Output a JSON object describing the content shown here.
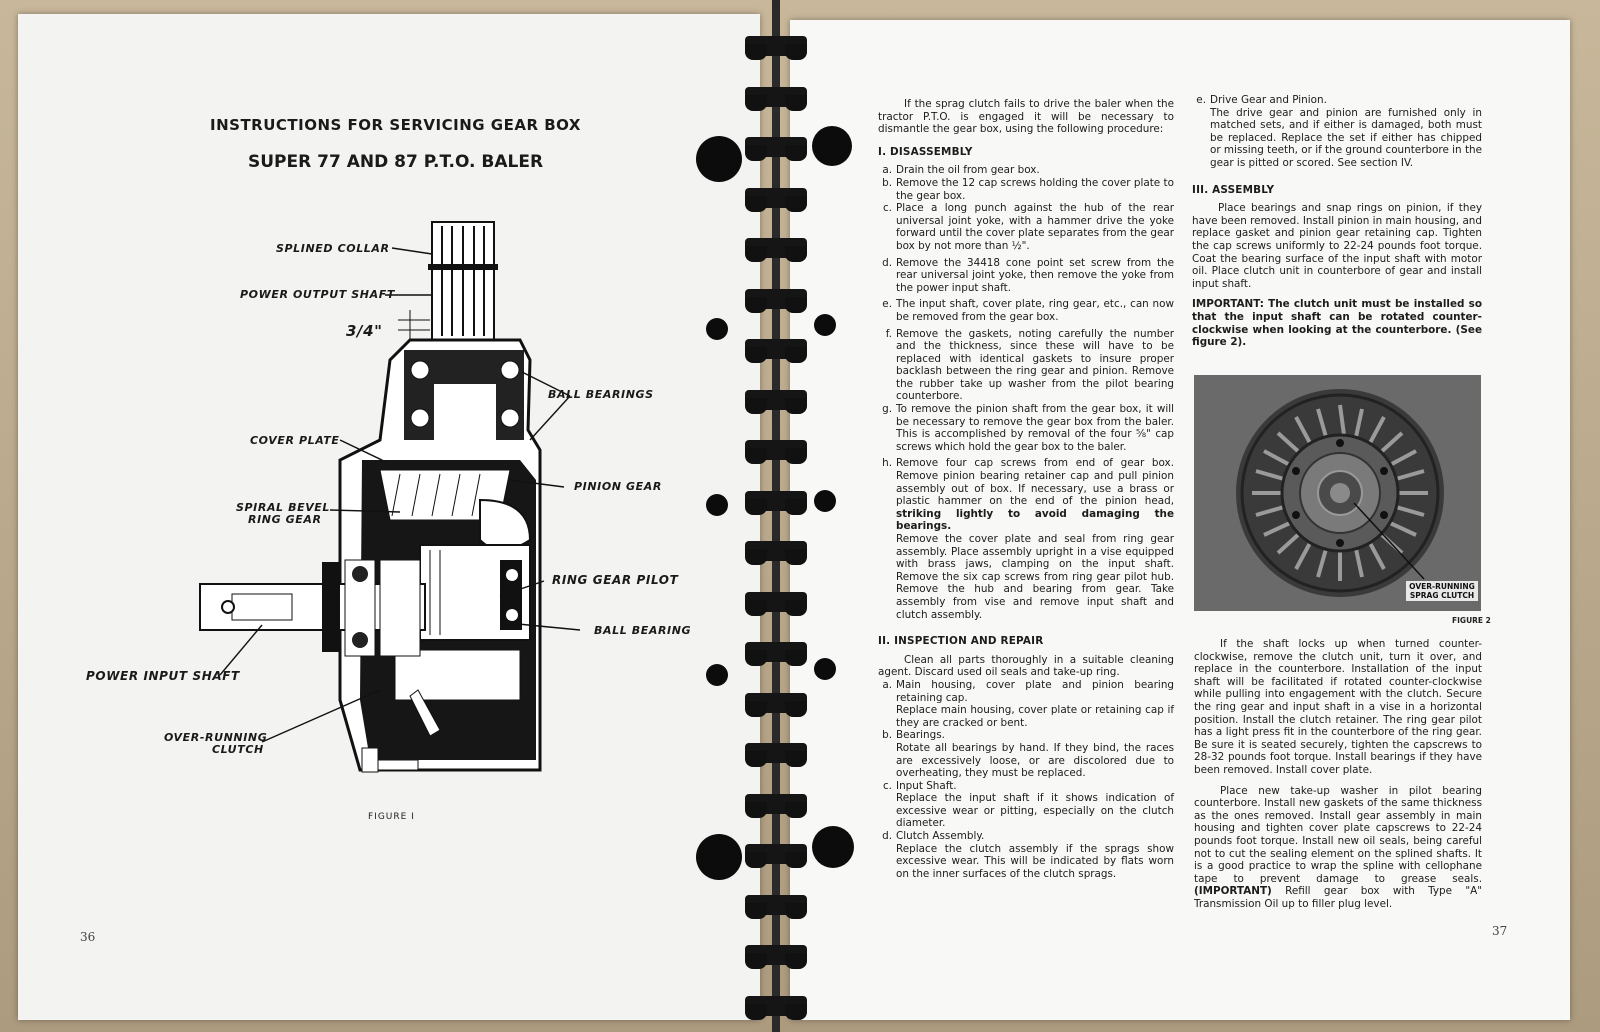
{
  "left_page": {
    "title": "INSTRUCTIONS FOR SERVICING GEAR BOX",
    "subtitle": "SUPER 77 AND 87 P.T.O. BALER",
    "callouts": {
      "splined_collar": "SPLINED COLLAR",
      "power_output_shaft": "POWER OUTPUT SHAFT",
      "dimension": "3/4\"",
      "ball_bearings": "BALL BEARINGS",
      "cover_plate": "COVER PLATE",
      "pinion_gear": "PINION GEAR",
      "spiral_bevel_1": "SPIRAL BEVEL",
      "spiral_bevel_2": "RING GEAR",
      "ring_gear_pilot": "RING GEAR PILOT",
      "ball_bearing": "BALL BEARING",
      "power_input_shaft": "POWER INPUT SHAFT",
      "over_running_1": "OVER-RUNNING",
      "over_running_2": "CLUTCH"
    },
    "figure_caption": "FIGURE I",
    "page_number": "36"
  },
  "right_page": {
    "intro": "If the sprag clutch fails to drive the baler when the tractor P.T.O. is engaged it will be necessary to dismantle the gear box, using the following procedure:",
    "section1": {
      "heading": "I. DISASSEMBLY",
      "items": [
        {
          "label": "a.",
          "text": "Drain the oil from gear box."
        },
        {
          "label": "b.",
          "text": "Remove the 12 cap screws holding the cover plate to the gear box."
        },
        {
          "label": "c.",
          "text": "Place a long punch against the hub of the rear universal joint yoke, with a hammer drive the yoke forward until the cover plate separates from the gear box by not more than ½\"."
        },
        {
          "label": "d.",
          "text": "Remove the 34418 cone point set screw from the rear universal joint yoke, then remove the yoke from the power input shaft."
        },
        {
          "label": "e.",
          "text": "The input shaft, cover plate, ring gear, etc., can now be removed from the gear box."
        },
        {
          "label": "f.",
          "text": "Remove the gaskets, noting carefully the number and the thickness, since these will have to be replaced with identical gaskets to insure proper backlash between the ring gear and pinion. Remove the rubber take up washer from the pilot bearing counterbore."
        },
        {
          "label": "g.",
          "text": "To remove the pinion shaft from the gear box, it will be necessary to remove the gear box from the baler. This is accomplished by removal of the four ⅝\" cap screws which hold the gear box to the baler."
        },
        {
          "label": "h.",
          "text": "Remove four cap screws from end of gear box. Remove pinion bearing retainer cap and pull pinion assembly out of box. If necessary, use a brass or plastic hammer on the end of the pinion head,"
        }
      ],
      "h_bold": "striking lightly to avoid damaging the bearings.",
      "h_cont": "Remove the cover plate and seal from ring gear assembly. Place assembly upright in a vise equipped with brass jaws, clamping on the input shaft. Remove the six cap screws from ring gear pilot hub. Remove the hub and bearing from gear. Take assembly from vise and remove input shaft and clutch assembly."
    },
    "section2": {
      "heading": "II. INSPECTION AND REPAIR",
      "intro": "Clean all parts thoroughly in a suitable cleaning agent. Discard used oil seals and take-up ring.",
      "items": [
        {
          "label": "a.",
          "title": "Main housing, cover plate and pinion bearing retaining cap.",
          "text": "Replace main housing, cover plate or retaining cap if they are cracked or bent."
        },
        {
          "label": "b.",
          "title": "Bearings.",
          "text": "Rotate all bearings by hand. If they bind, the races are excessively loose, or are discolored due to overheating, they must be replaced."
        },
        {
          "label": "c.",
          "title": "Input Shaft.",
          "text": "Replace the input shaft if it shows indication of excessive wear or pitting, especially on the clutch diameter."
        },
        {
          "label": "d.",
          "title": "Clutch Assembly.",
          "text": "Replace the clutch assembly if the sprags show excessive wear. This will be indicated by flats worn on the inner surfaces of the clutch sprags."
        }
      ]
    },
    "col2": {
      "item_e_label": "e.",
      "item_e_title": "Drive Gear and Pinion.",
      "item_e_text": "The drive gear and pinion are furnished only in matched sets, and if either is damaged, both must be replaced. Replace the set if either has chipped or missing teeth, or if the ground counterbore in the gear is pitted or scored. See section IV.",
      "section3_heading": "III. ASSEMBLY",
      "assembly_text": "Place bearings and snap rings on pinion, if they have been removed. Install pinion in main housing, and replace gasket and pinion gear retaining cap. Tighten the cap screws uniformly to 22-24 pounds foot torque. Coat the bearing surface of the input shaft with motor oil. Place clutch unit in counterbore of gear and install input shaft.",
      "important_text": "IMPORTANT: The clutch unit must be installed so that the input shaft can be rotated counter-clockwise when looking at the counterbore. (See figure 2).",
      "photo_label": "OVER-RUNNING SPRAG CLUTCH",
      "figure_caption": "FIGURE 2",
      "para1": "If the shaft locks up when turned counter-clockwise, remove the clutch unit, turn it over, and replace in the counterbore. Installation of the input shaft will be facilitated if rotated counter-clockwise while pulling into engagement with the clutch. Secure the ring gear and input shaft in a vise in a horizontal position. Install the clutch retainer. The ring gear pilot has a light press fit in the counterbore of the ring gear. Be sure it is seated securely, tighten the capscrews to 28-32 pounds foot torque. Install bearings if they have been removed. Install cover plate.",
      "para2": "Place new take-up washer in pilot bearing counterbore. Install new gaskets of the same thickness as the ones removed. Install gear assembly in main housing and tighten cover plate capscrews to 22-24 pounds foot torque. Install new oil seals, being careful not to cut the sealing element on the splined shafts. It is a good practice to wrap the spline with cellophane tape to prevent damage to grease seals.",
      "para2_bold": "(IMPORTANT)",
      "para2_end": "Refill gear box with Type \"A\" Transmission Oil up to filler plug level."
    },
    "page_number": "37"
  }
}
